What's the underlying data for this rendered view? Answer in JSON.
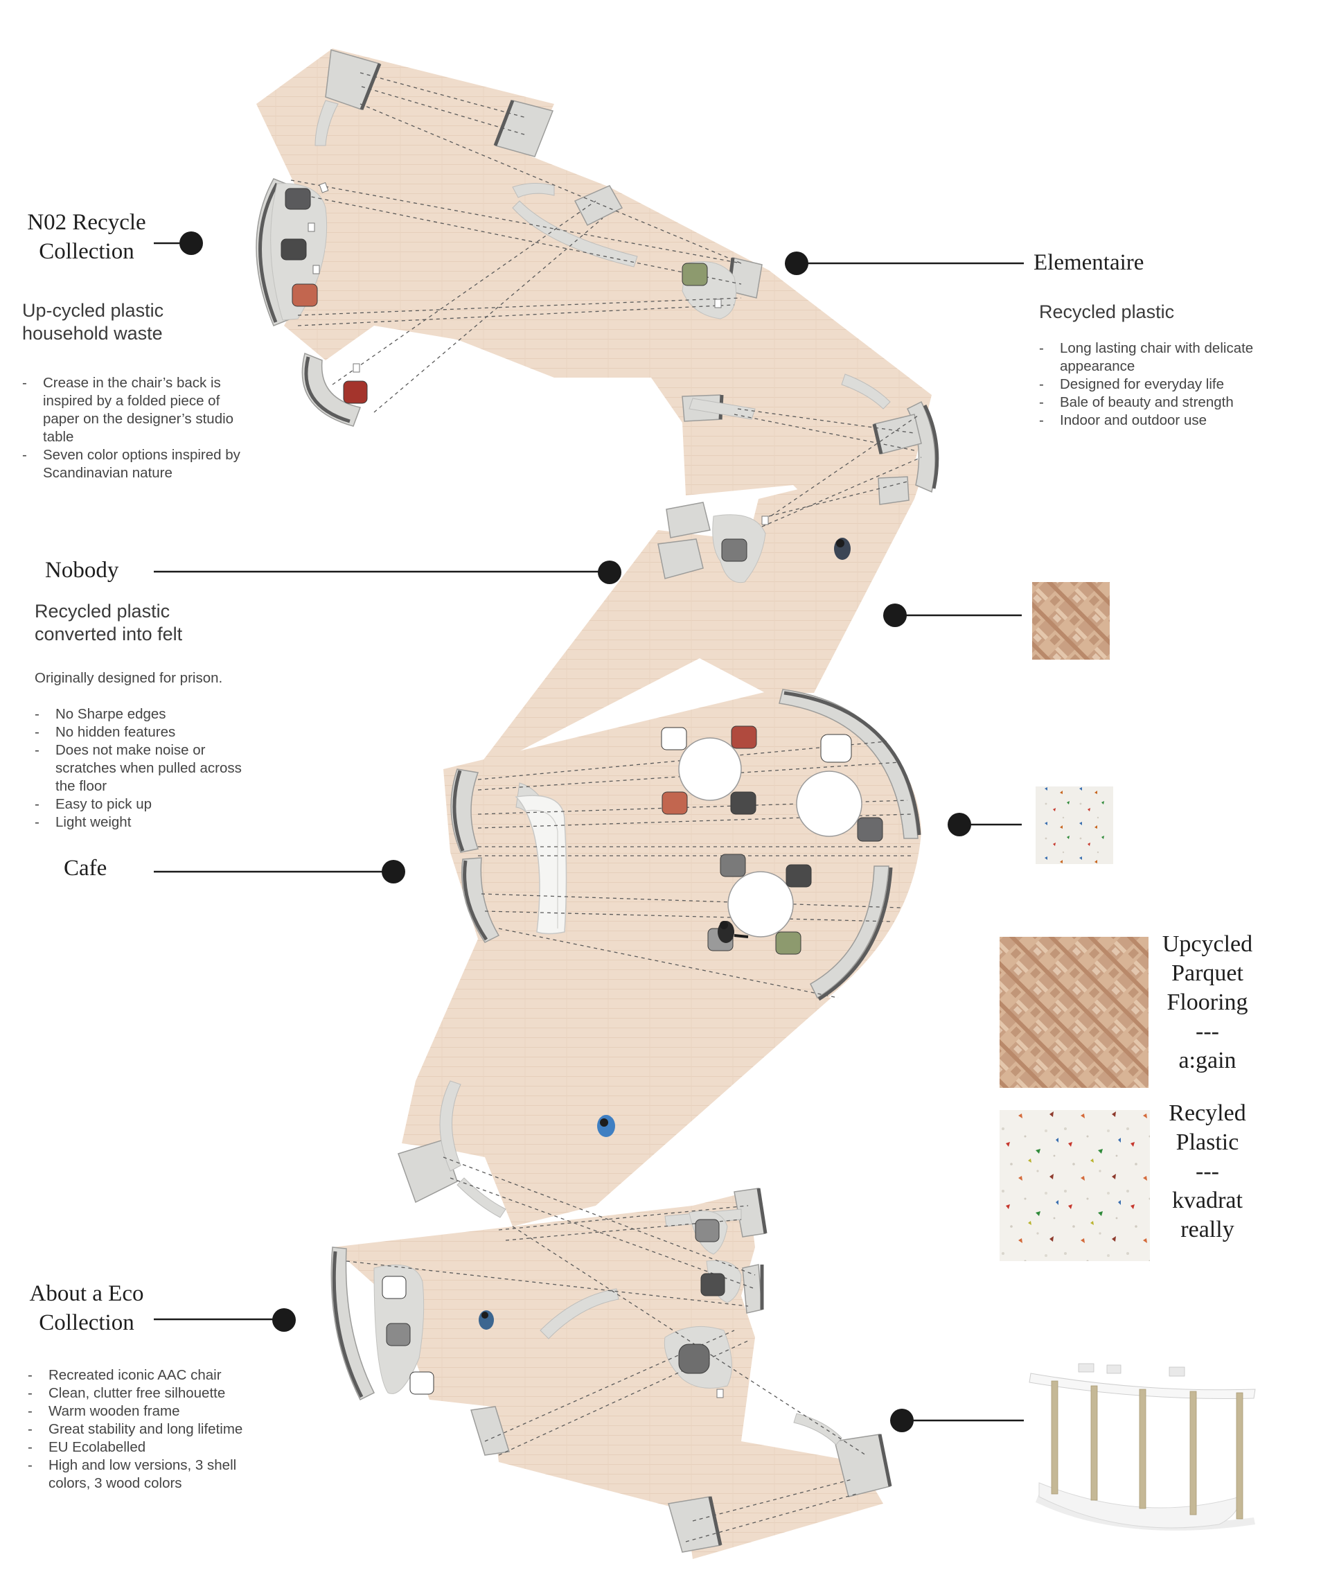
{
  "callouts": {
    "n02": {
      "title": [
        "N02 Recycle",
        "Collection"
      ],
      "subtitle": [
        "Up-cycled plastic",
        "household waste"
      ],
      "bullets_a": [
        "Crease in the chair’s back is inspired by a folded piece of paper on the designer’s studio table"
      ],
      "bullets_b": [
        "Seven color options inspired by Scandinavian nature"
      ]
    },
    "elementaire": {
      "title": "Elementaire",
      "subtitle": "Recycled plastic",
      "bullets": [
        "Long lasting chair with delicate appearance",
        "Designed for everyday life",
        "Bale of beauty and strength",
        "Indoor and outdoor use"
      ]
    },
    "nobody": {
      "title": "Nobody",
      "subtitle": [
        "Recycled plastic",
        "converted into felt"
      ],
      "note": "Originally designed for prison.",
      "bullets": [
        "No Sharpe edges",
        "No hidden features",
        "Does not make noise or scratches when pulled across the floor",
        "Easy to pick up",
        "Light weight"
      ]
    },
    "cafe": {
      "title": "Cafe"
    },
    "eco": {
      "title": [
        "About a Eco",
        "Collection"
      ],
      "bullets_a": [
        "Recreated iconic AAC chair",
        "Clean, clutter free silhouette",
        "Warm wooden frame"
      ],
      "bullets_b": [
        "Great stability and long lifetime",
        "EU Ecolabelled",
        "High and low versions, 3 shell colors, 3 wood colors"
      ]
    }
  },
  "materials": {
    "parquet": {
      "lines": [
        "Upcycled",
        "Parquet",
        "Flooring",
        "---",
        "a:gain"
      ]
    },
    "plastic": {
      "lines": [
        "Recyled",
        "Plastic",
        "---",
        "kvadrat",
        "really"
      ]
    }
  },
  "colors": {
    "floor": "#efdccb",
    "wall": "#d9d9d6",
    "wall_dark": "#5c5c5c",
    "ink": "#1a1a1a",
    "chair_dark": "#555555",
    "chair_red": "#b04a3e",
    "chair_orange": "#c2664f",
    "chair_olive": "#8d9a6e",
    "chair_grey": "#8a8a8a"
  }
}
